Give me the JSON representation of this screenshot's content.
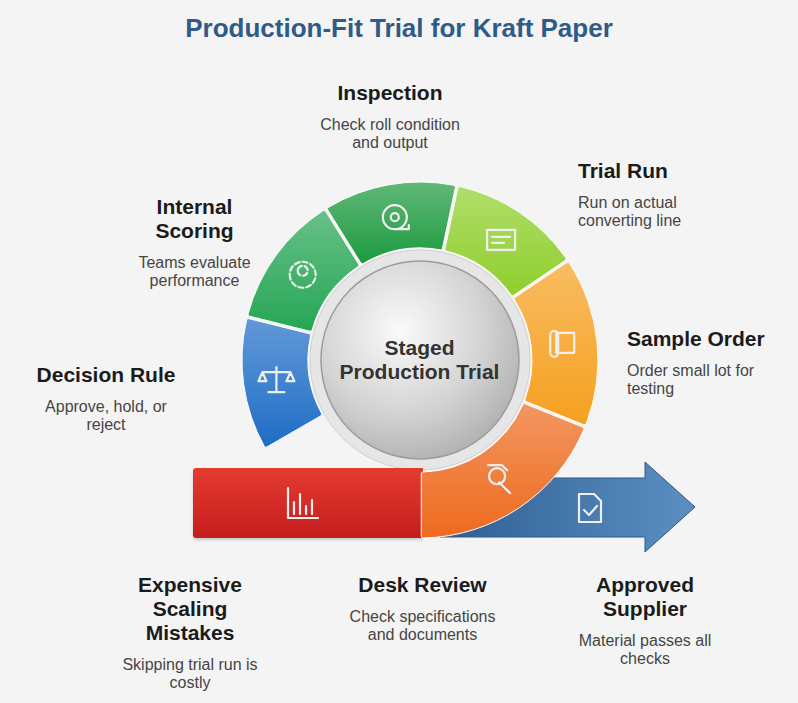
{
  "diagram": {
    "title": "Production-Fit Trial for Kraft Paper",
    "nodes": [
      {
        "text": [
          "Staged Production Trial"
        ]
      },
      {
        "text": [
          "Inspection",
          "Check roll condition and output"
        ]
      },
      {
        "text": [
          "Trial Run",
          "Run on actual converting line"
        ]
      },
      {
        "text": [
          "Sample Order",
          "Order small lot for testing"
        ]
      },
      {
        "text": [
          "Desk Review",
          "Check specifications and documents"
        ]
      },
      {
        "text": [
          "Approved Supplier",
          "Material passes all checks"
        ]
      },
      {
        "text": [
          "Expensive Scaling Mistakes",
          "Skipping trial run is costly"
        ]
      },
      {
        "text": [
          "Decision Rule",
          "Approve, hold, or reject"
        ]
      },
      {
        "text": [
          "Internal Scoring",
          "Teams evaluate performance"
        ]
      }
    ]
  }
}
